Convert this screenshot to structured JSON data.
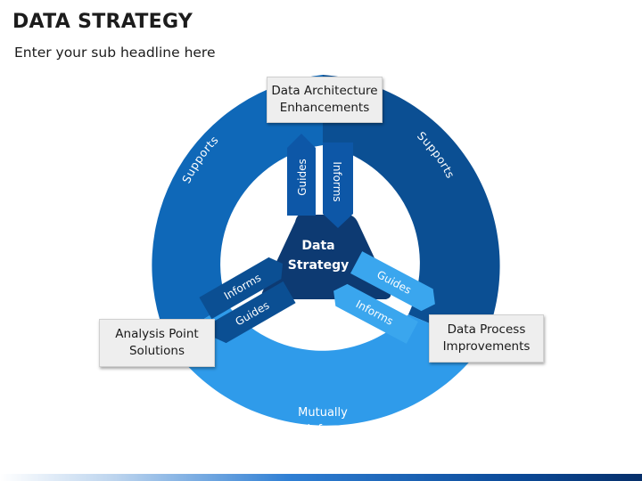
{
  "title": "DATA STRATEGY",
  "subtitle": "Enter your sub headline here",
  "center": {
    "line1": "Data",
    "line2": "Strategy"
  },
  "nodes": {
    "top": {
      "line1": "Data Architecture",
      "line2": "Enhancements"
    },
    "left": {
      "line1": "Analysis Point",
      "line2": "Solutions"
    },
    "right": {
      "line1": "Data Process",
      "line2": "Improvements"
    }
  },
  "ring_labels": {
    "left": "Supports",
    "right": "Supports",
    "bottom_line1": "Mutually",
    "bottom_line2": "Reinforces"
  },
  "arrows": {
    "top_guides": "Guides",
    "top_informs": "Informs",
    "left_informs": "Informs",
    "left_guides": "Guides",
    "right_guides": "Guides",
    "right_informs": "Informs"
  },
  "colors": {
    "ring_left": "#0f68b8",
    "ring_right": "#0b4f93",
    "ring_bottom": "#2f9bea",
    "center": "#0d3a72",
    "arrow_top": "#0d57a7",
    "arrow_left_dark": "#0b4f93",
    "arrow_right_light": "#3aa6ee"
  }
}
